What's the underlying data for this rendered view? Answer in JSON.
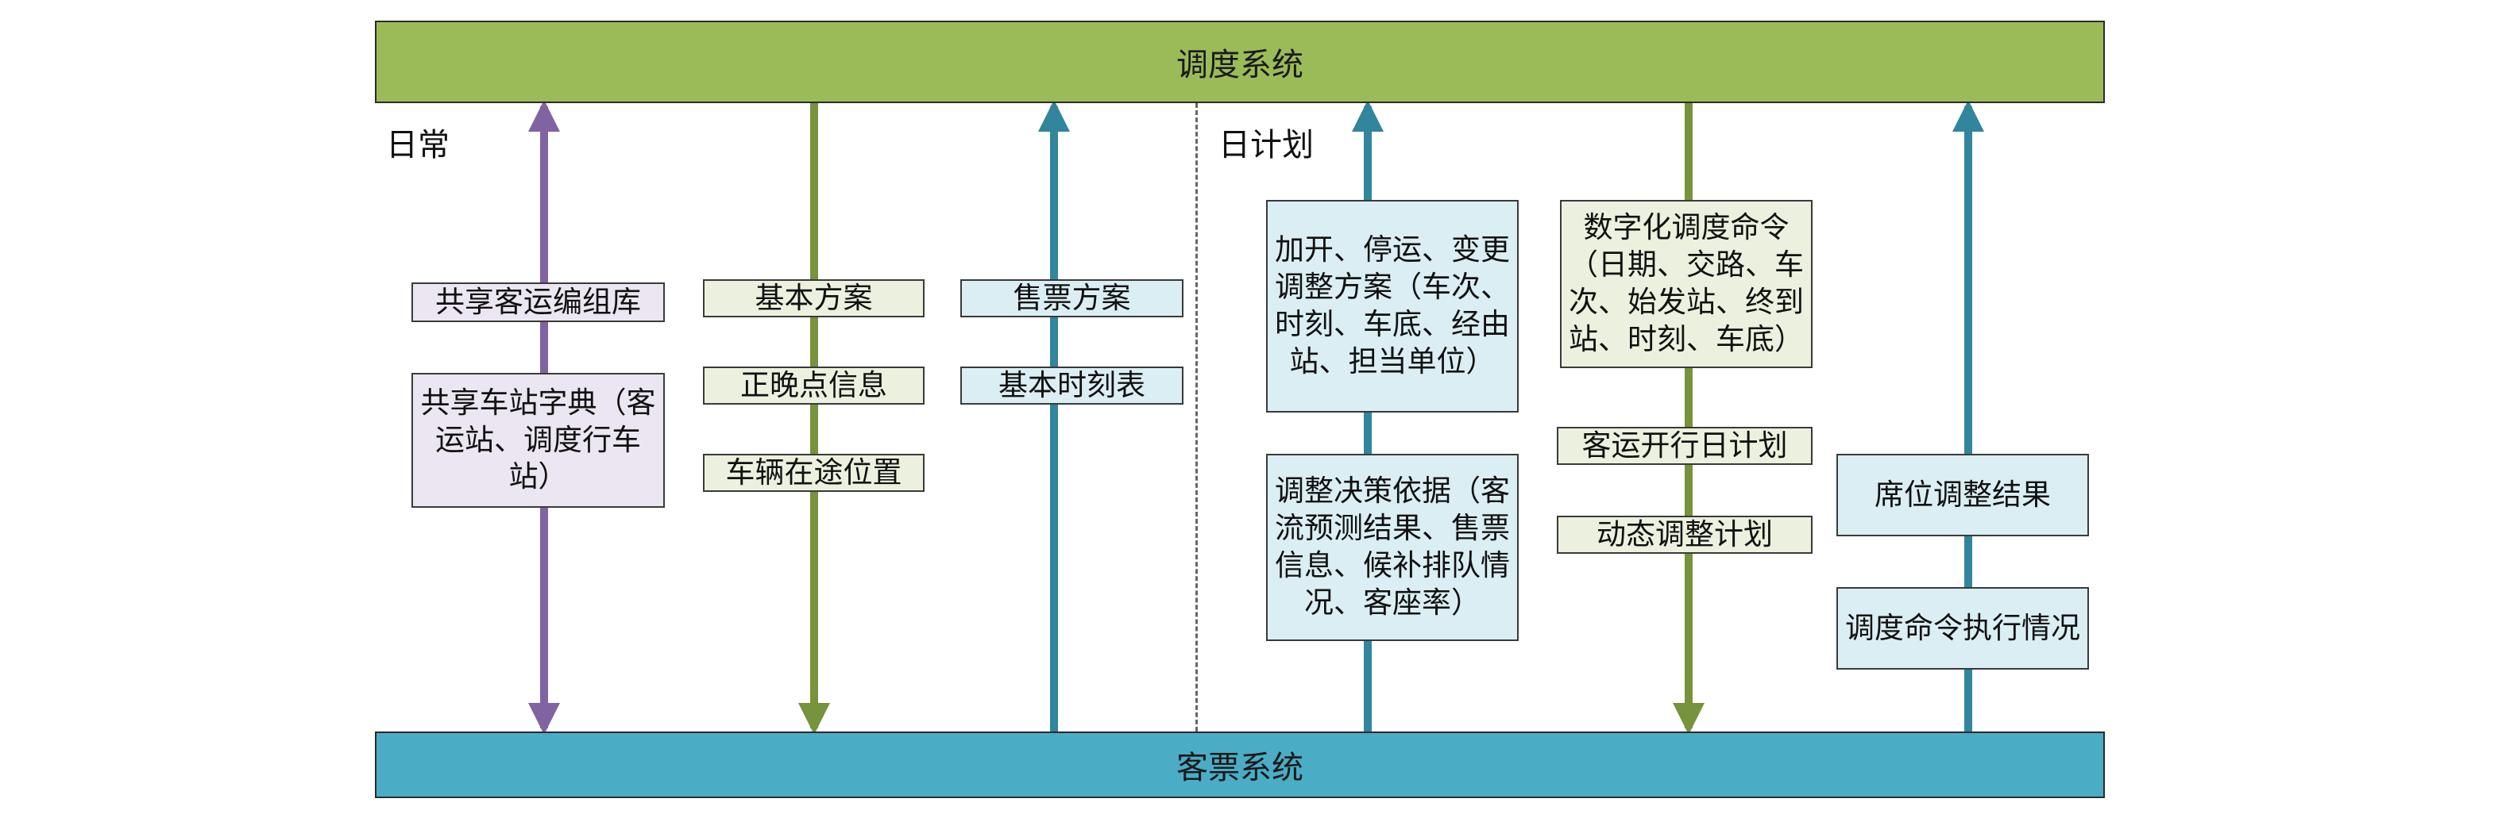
{
  "systems": {
    "top": "调度系统",
    "bottom": "客票系统"
  },
  "sections": {
    "daily": "日常",
    "daily_plan": "日计划"
  },
  "boxes": {
    "shared_consist_db": "共享客运编组库",
    "shared_station_dict": "共享车站字典（客运站、调度行车站）",
    "basic_scheme": "基本方案",
    "ontime_info": "正晚点信息",
    "vehicle_position": "车辆在途位置",
    "ticketing_scheme": "售票方案",
    "basic_timetable": "基本时刻表",
    "adjustment_scheme": "加开、停运、变更调整方案（车次、时刻、车底、经由站、担当单位）",
    "decision_basis": "调整决策依据（客流预测结果、售票信息、候补排队情况、客座率）",
    "digital_command": "数字化调度命令（日期、交路、车次、始发站、终到站、时刻、车底）",
    "daily_operation_plan": "客运开行日计划",
    "dynamic_adjust_plan": "动态调整计划",
    "seat_adjust_result": "席位调整结果",
    "command_execution": "调度命令执行情况"
  },
  "colors": {
    "top_bar": "#9bbb59",
    "bottom_bar": "#4bacc6",
    "arrow_purple": "#8064a2",
    "arrow_green": "#77933c",
    "arrow_teal": "#31859c",
    "box_lavender": "#ebe6f1",
    "box_green": "#ebf1de",
    "box_blue": "#dbeef4"
  }
}
